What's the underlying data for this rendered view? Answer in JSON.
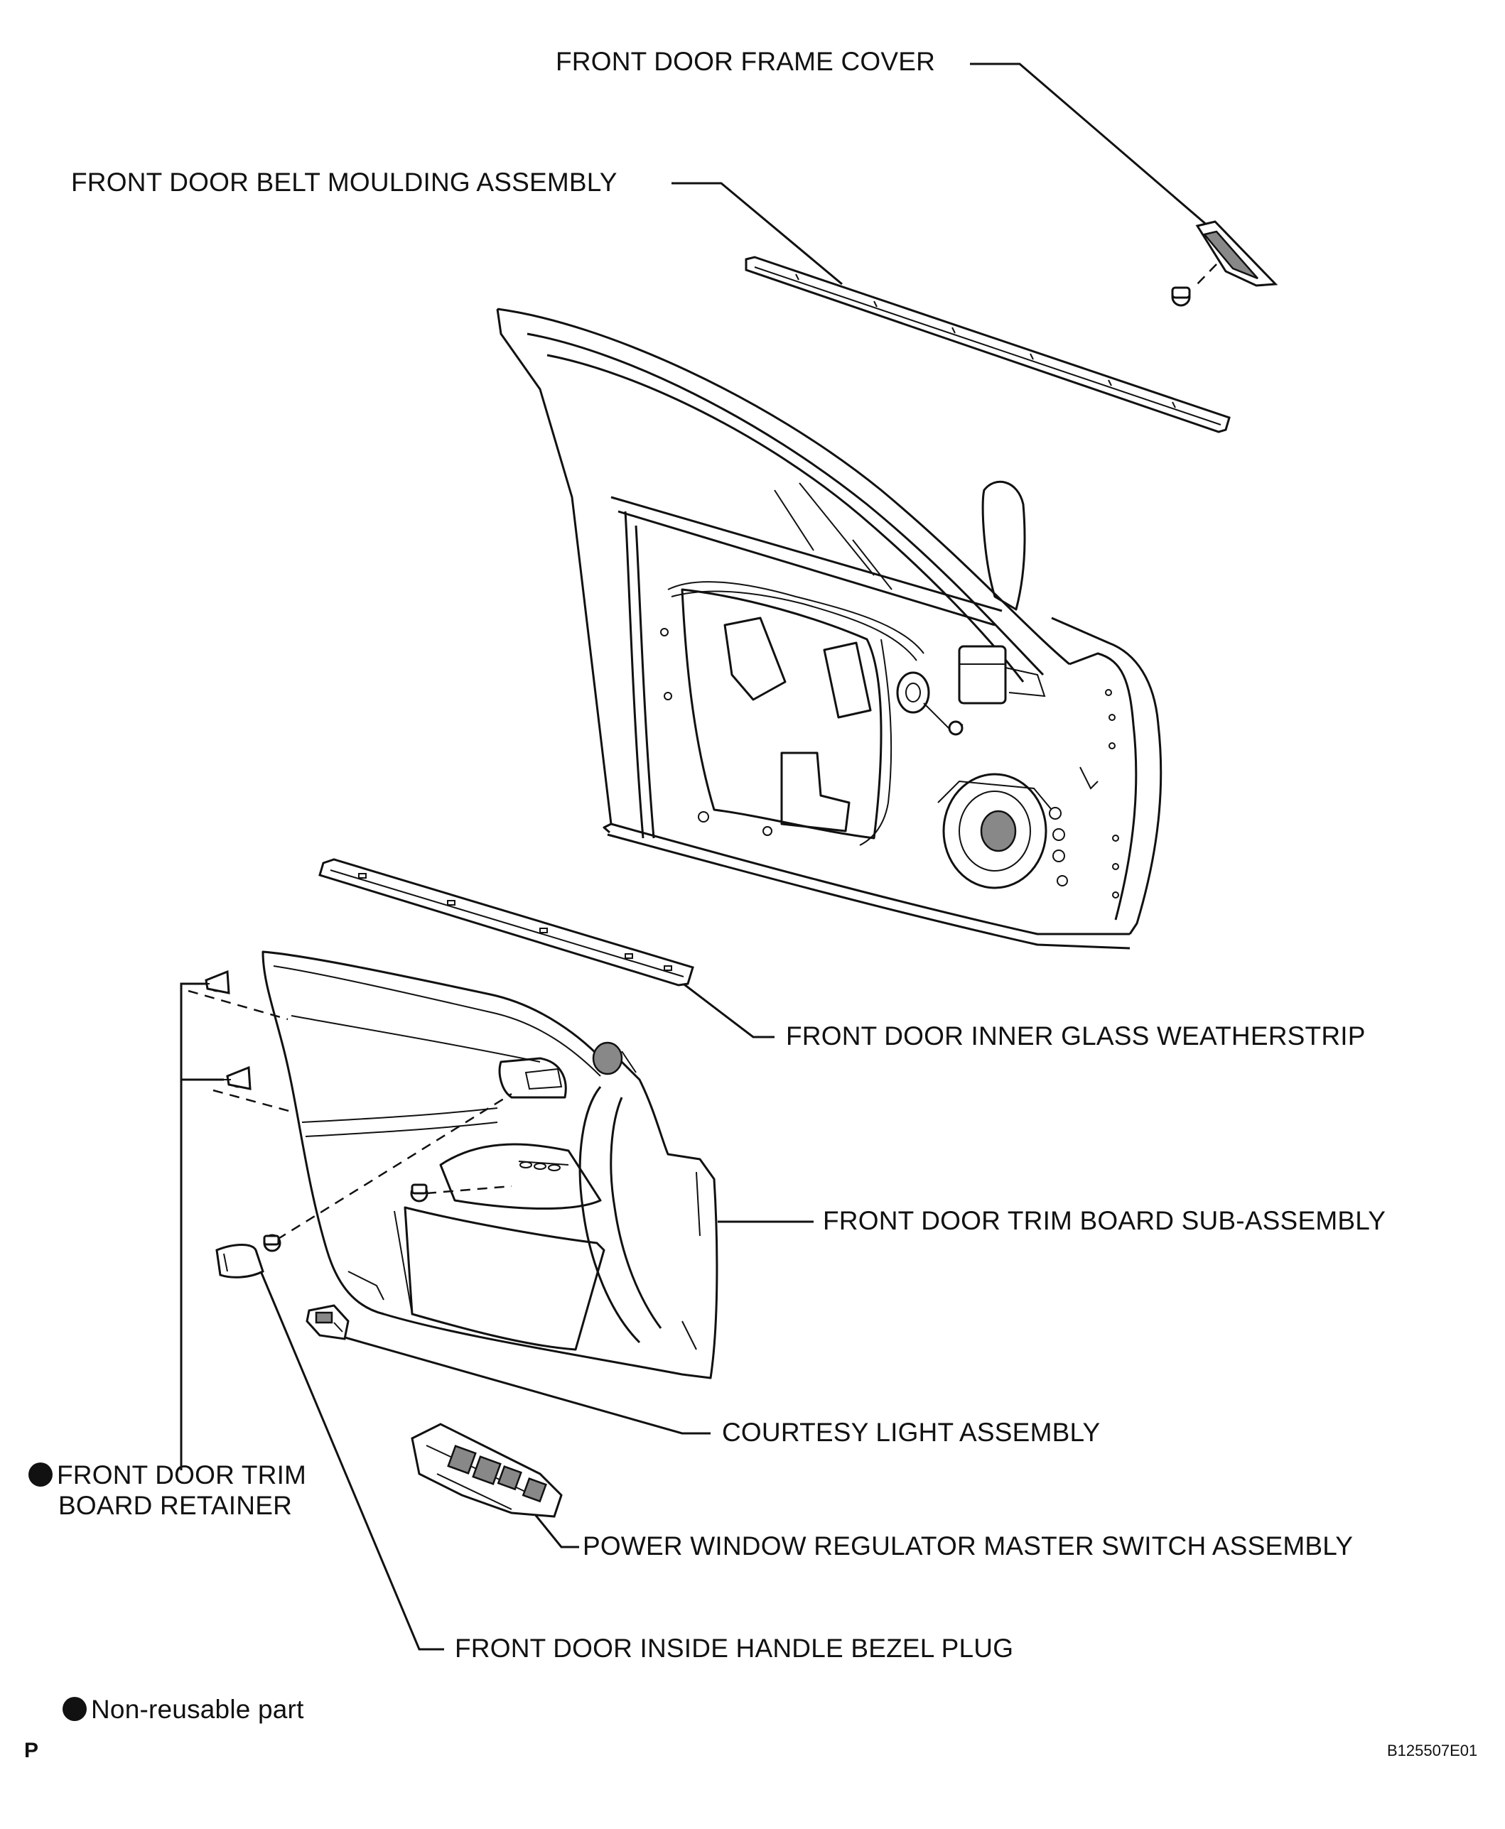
{
  "labels": {
    "frame_cover": "FRONT DOOR FRAME COVER",
    "belt_moulding": "FRONT DOOR BELT MOULDING ASSEMBLY",
    "inner_glass_weatherstrip": "FRONT DOOR INNER GLASS WEATHERSTRIP",
    "trim_board": "FRONT DOOR TRIM BOARD SUB-ASSEMBLY",
    "courtesy_light": "COURTESY LIGHT ASSEMBLY",
    "retainer_line1": "FRONT DOOR TRIM",
    "retainer_line2": "BOARD RETAINER",
    "master_switch": "POWER WINDOW REGULATOR MASTER SWITCH ASSEMBLY",
    "bezel_plug": "FRONT DOOR INSIDE HANDLE BEZEL PLUG"
  },
  "legend": {
    "text": "Non-reusable part"
  },
  "footer": {
    "left_code": "P",
    "figure_id": "B125507E01"
  }
}
